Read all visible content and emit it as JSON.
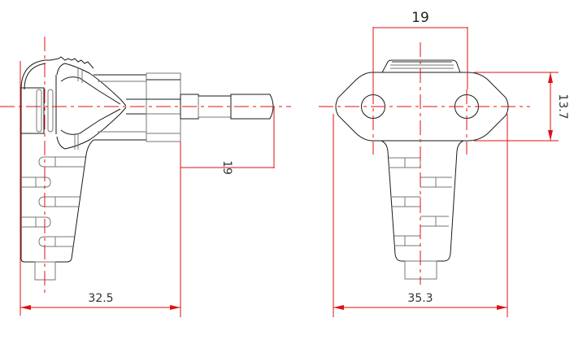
{
  "drawing": {
    "title": "Angled plug technical drawing (side and front views)",
    "colors": {
      "outline": "#1a1a1a",
      "secondary_outline": "#777777",
      "dimension": "#e01010",
      "background": "#ffffff",
      "text": "#333333"
    },
    "side_view": {
      "dimensions": {
        "overall_width": "32.5",
        "pin_length": "19"
      }
    },
    "front_view": {
      "dimensions": {
        "pin_spacing": "19",
        "flange_height": "13.7",
        "overall_width": "35.3"
      }
    }
  }
}
